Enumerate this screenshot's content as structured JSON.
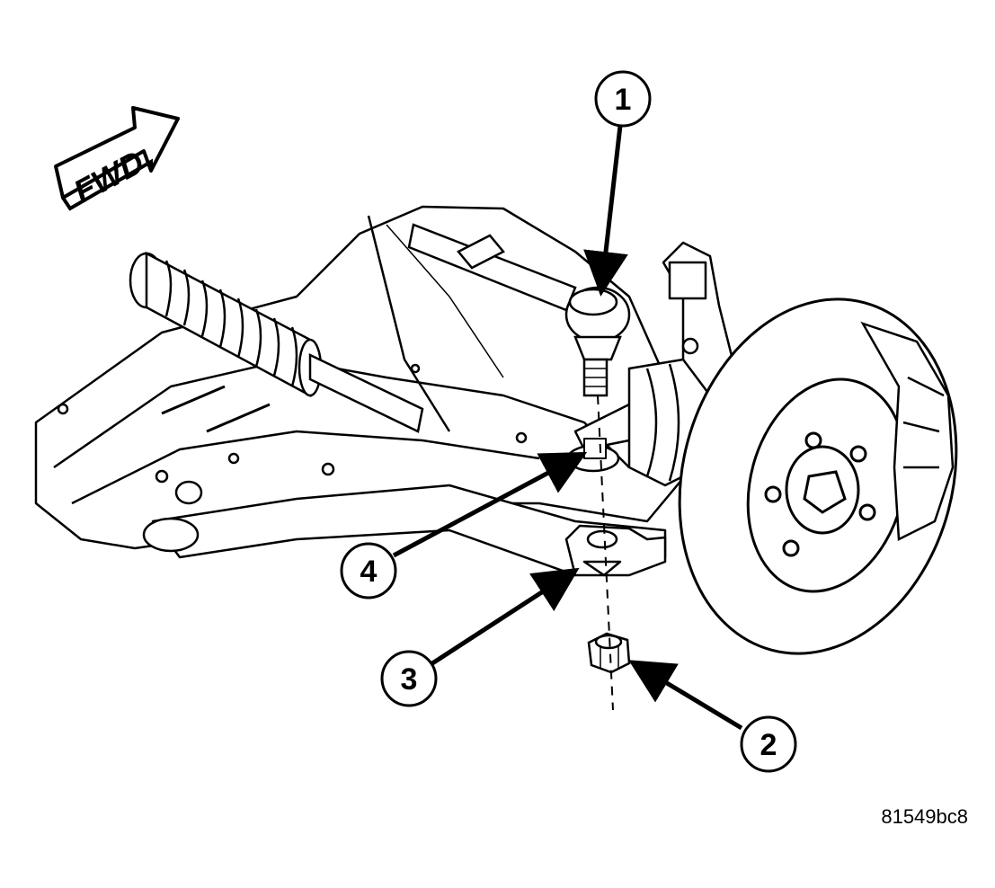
{
  "direction_label": "FWD",
  "callouts": [
    {
      "number": "1"
    },
    {
      "number": "2"
    },
    {
      "number": "3"
    },
    {
      "number": "4"
    }
  ],
  "figure_id": "81549bc8"
}
